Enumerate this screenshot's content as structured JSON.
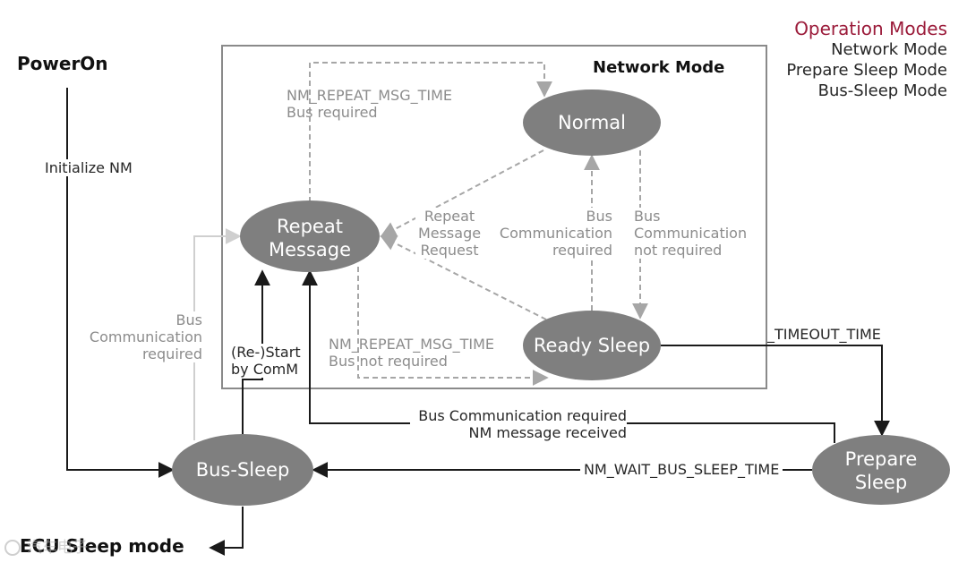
{
  "legend": {
    "title": "Operation Modes",
    "items": [
      "Network Mode",
      "Prepare Sleep Mode",
      "Bus-Sleep Mode"
    ],
    "title_color": "#9b1b3a"
  },
  "frame": {
    "title": "Network Mode"
  },
  "start": {
    "label": "PowerOn"
  },
  "end": {
    "label": "ECU Sleep mode"
  },
  "watermark": {
    "text": "汽车电子"
  },
  "states": {
    "normal": "Normal",
    "repeat_message": [
      "Repeat",
      "Message"
    ],
    "ready_sleep": "Ready Sleep",
    "bus_sleep": "Bus-Sleep",
    "prepare_sleep": [
      "Prepare",
      "Sleep"
    ]
  },
  "transitions": {
    "initialize_nm": "Initialize NM",
    "repeat_to_normal": [
      "NM_REPEAT_MSG_TIME",
      "Bus required"
    ],
    "repeat_message_request": [
      "Repeat",
      "Message",
      "Request"
    ],
    "bus_comm_required_ready_to_normal": [
      "Bus",
      "Communication",
      "required"
    ],
    "bus_comm_not_required_normal_to_ready": [
      "Bus",
      "Communication",
      "not required"
    ],
    "repeat_to_ready": [
      "NM_REPEAT_MSG_TIME",
      "Bus not required"
    ],
    "bus_sleep_to_repeat_passive": [
      "Bus",
      "Communication",
      "required"
    ],
    "restart_by_comm": [
      "(Re-)Start",
      "by ComM"
    ],
    "ready_to_prepare_timeout": "_TIMEOUT_TIME",
    "prepare_to_repeat": [
      "Bus Communication required",
      "NM message received"
    ],
    "prepare_to_bus_sleep": "NM_WAIT_BUS_SLEEP_TIME"
  },
  "colors": {
    "state_fill": "#7f7f7f",
    "frame_stroke": "#8a8a8a",
    "dashed_stroke": "#a6a6a6",
    "solid_stroke": "#1a1a1a",
    "passive_stroke": "#d0d0d0"
  }
}
